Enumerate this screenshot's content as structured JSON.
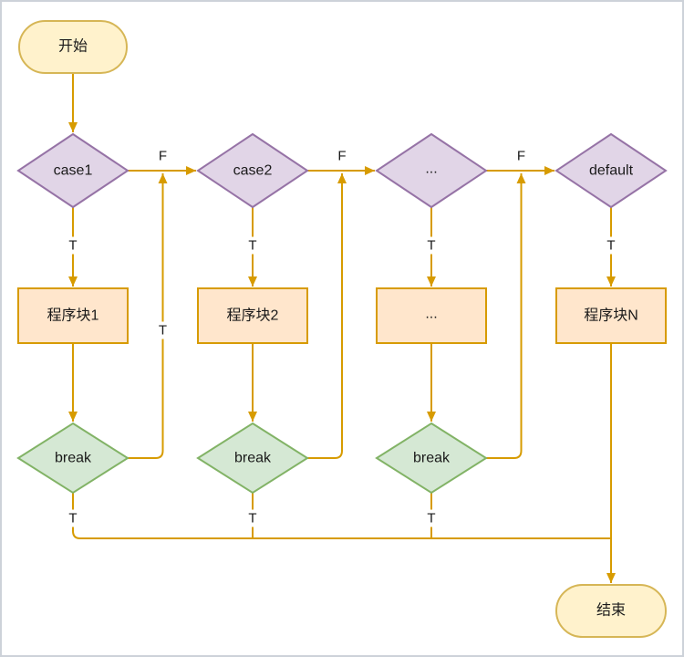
{
  "colors": {
    "edge": "#D79B00",
    "terminalFill": "#FFF2CC",
    "terminalStroke": "#D6B656",
    "decisionFill": "#E1D5E7",
    "decisionStroke": "#9673A6",
    "processFill": "#FFE6CC",
    "processStroke": "#D79B00",
    "breakFill": "#D5E8D4",
    "breakStroke": "#82B366",
    "text": "#1a1a1a"
  },
  "nodes": {
    "start": "开始",
    "end": "结束",
    "cases": [
      "case1",
      "case2",
      "...",
      "default"
    ],
    "blocks": [
      "程序块1",
      "程序块2",
      "...",
      "程序块N"
    ],
    "breaks": [
      "break",
      "break",
      "break"
    ]
  },
  "edge_labels": {
    "true_label": "T",
    "false_label": "F"
  }
}
